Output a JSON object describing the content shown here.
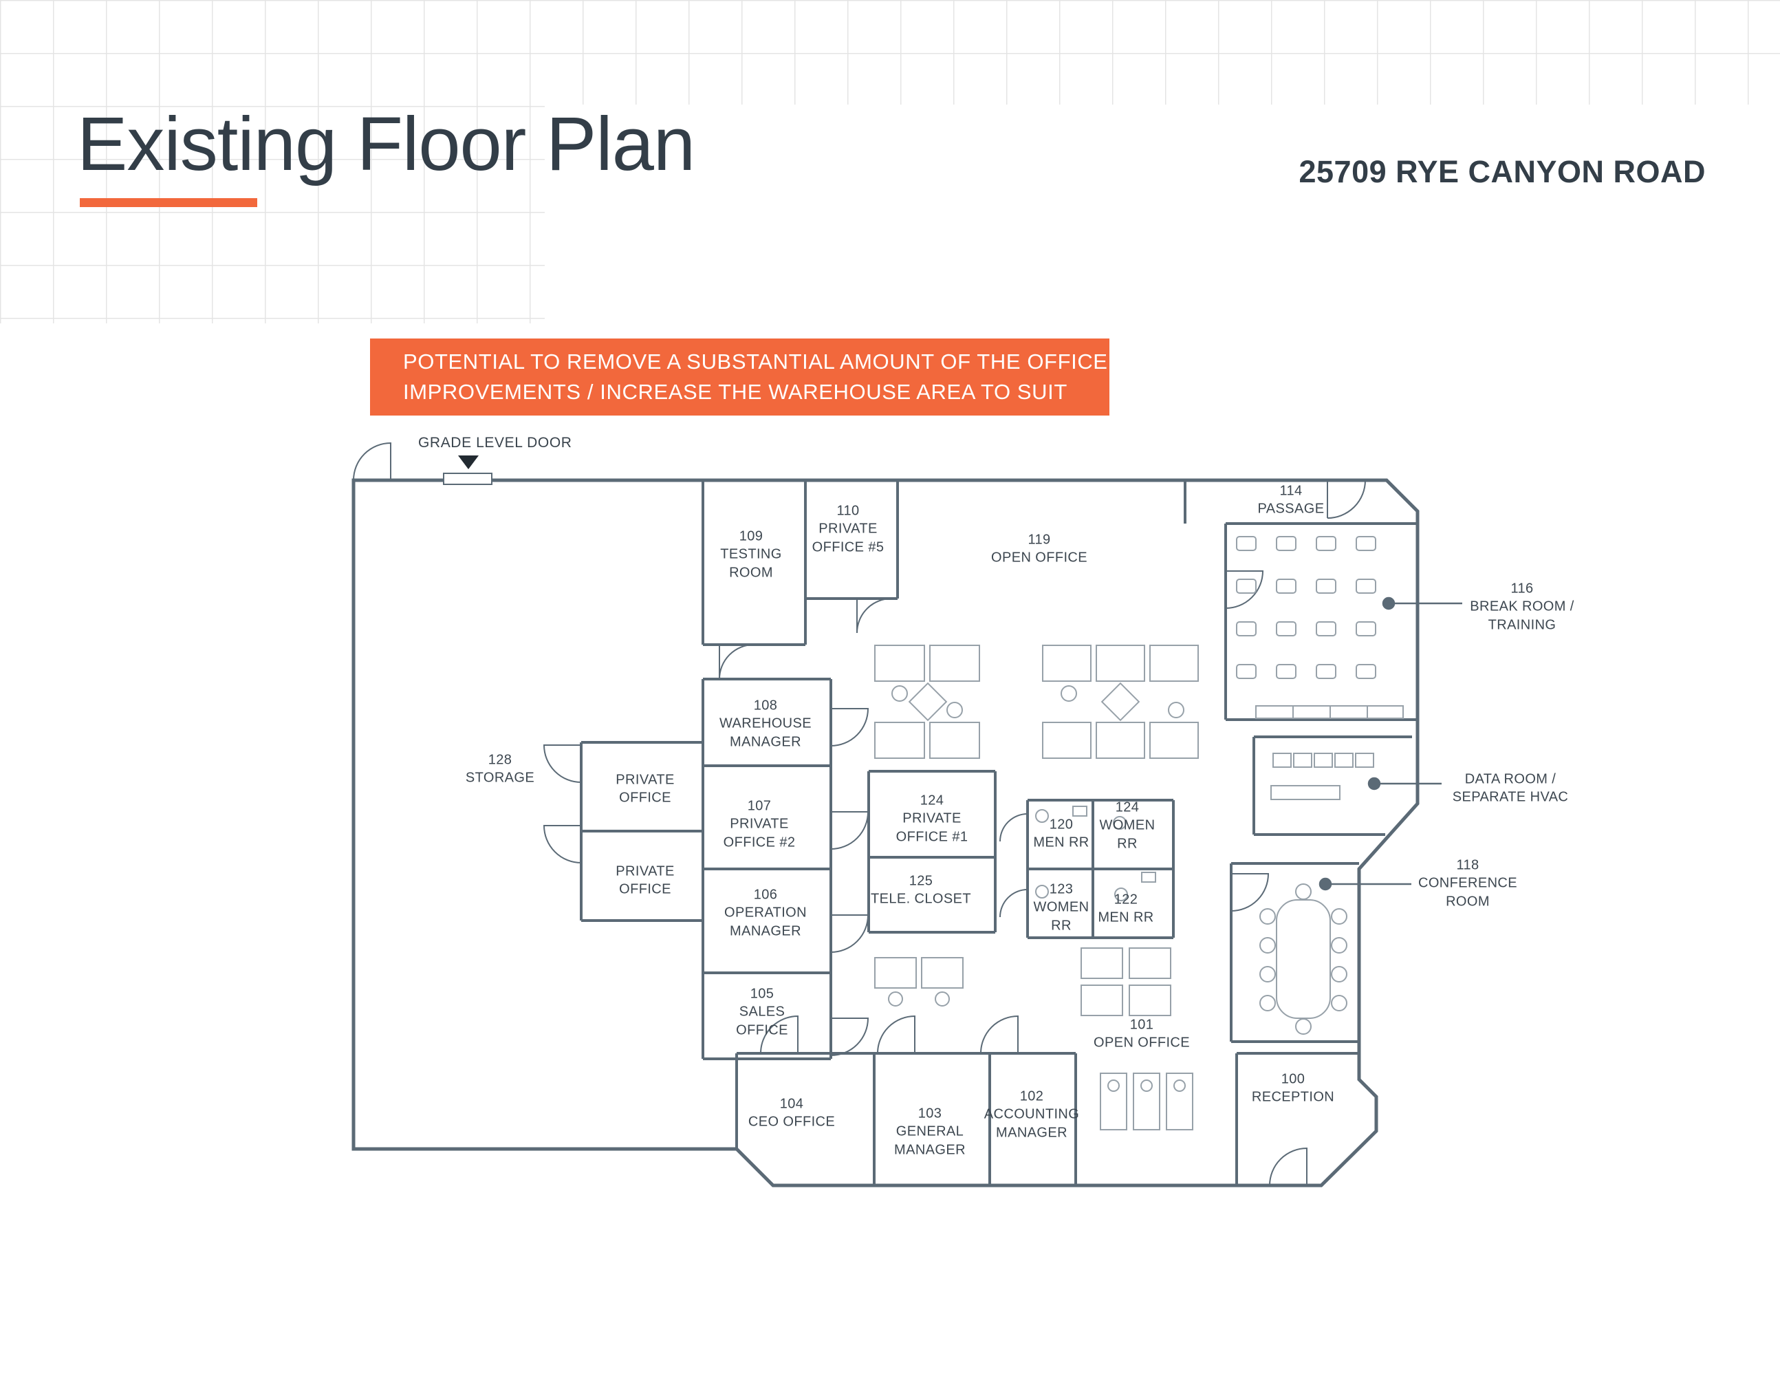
{
  "header": {
    "title": "Existing Floor Plan",
    "address": "25709 RYE CANYON ROAD"
  },
  "banner": {
    "text": "POTENTIAL TO REMOVE A SUBSTANTIAL AMOUNT OF THE OFFICE\nIMPROVEMENTS / INCREASE THE WAREHOUSE AREA TO SUIT"
  },
  "colors": {
    "accent_orange": "#f2683c",
    "wall_gray": "#5b6a76",
    "text_dark": "#333e48"
  },
  "plan": {
    "grade_level_door_label": "GRADE LEVEL DOOR",
    "rooms": [
      {
        "id": "109",
        "label": "109\nTESTING\nROOM"
      },
      {
        "id": "110",
        "label": "110\nPRIVATE\nOFFICE #5"
      },
      {
        "id": "119",
        "label": "119\nOPEN OFFICE"
      },
      {
        "id": "114",
        "label": "114\nPASSAGE"
      },
      {
        "id": "116",
        "label": "116\nBREAK ROOM /\nTRAINING"
      },
      {
        "id": "108",
        "label": "108\nWAREHOUSE\nMANAGER"
      },
      {
        "id": "128",
        "label": "128\nSTORAGE"
      },
      {
        "id": "private-office-1",
        "label": "PRIVATE\nOFFICE"
      },
      {
        "id": "107",
        "label": "107\nPRIVATE\nOFFICE #2"
      },
      {
        "id": "124-office",
        "label": "124\nPRIVATE\nOFFICE #1"
      },
      {
        "id": "120",
        "label": "120\nMEN RR"
      },
      {
        "id": "124-rr",
        "label": "124\nWOMEN\nRR"
      },
      {
        "id": "private-office-2",
        "label": "PRIVATE\nOFFICE"
      },
      {
        "id": "125",
        "label": "125\nTELE. CLOSET"
      },
      {
        "id": "123",
        "label": "123\nWOMEN\nRR"
      },
      {
        "id": "122",
        "label": "122\nMEN RR"
      },
      {
        "id": "106",
        "label": "106\nOPERATION\nMANAGER"
      },
      {
        "id": "105",
        "label": "105\nSALES\nOFFICE"
      },
      {
        "id": "101",
        "label": "101\nOPEN OFFICE"
      },
      {
        "id": "104",
        "label": "104\nCEO OFFICE"
      },
      {
        "id": "103",
        "label": "103\nGENERAL\nMANAGER"
      },
      {
        "id": "102",
        "label": "102\nACCOUNTING\nMANAGER"
      },
      {
        "id": "100",
        "label": "100\nRECEPTION"
      },
      {
        "id": "data-room",
        "label": "DATA ROOM /\nSEPARATE HVAC"
      },
      {
        "id": "118",
        "label": "118\nCONFERENCE\nROOM"
      }
    ]
  }
}
